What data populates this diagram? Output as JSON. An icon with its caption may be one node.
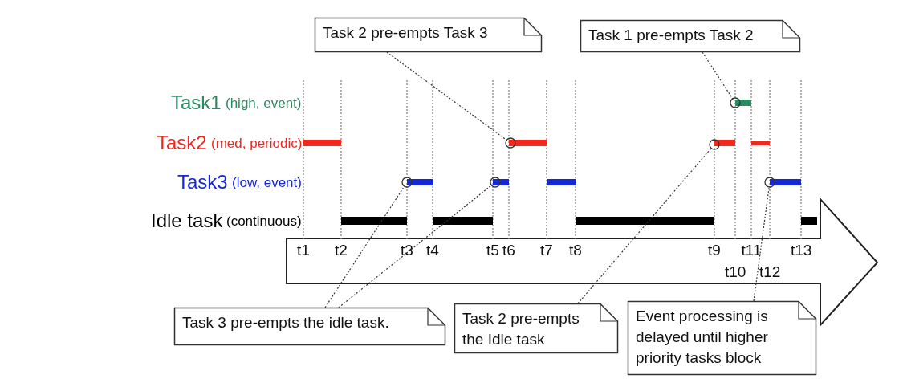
{
  "diagram": {
    "nodes": [
      {
        "text": [
          "Task 2 pre-empts Task 3"
        ]
      },
      {
        "text": [
          "Task 1 pre-empts Task 2"
        ]
      },
      {
        "text": [],
        "shape": "circle"
      },
      {
        "text": [],
        "shape": "circle"
      },
      {
        "text": [],
        "shape": "circle"
      },
      {
        "text": [],
        "shape": "circle"
      },
      {
        "text": [],
        "shape": "circle"
      },
      {
        "text": [],
        "shape": "circle"
      },
      {
        "text": [
          "Task 3 pre-empts the idle task."
        ]
      },
      {
        "text": [
          "Task 2 pre-empts the Idle task"
        ]
      },
      {
        "text": [
          "Event processing is delayed until higher priority tasks block"
        ]
      }
    ],
    "edges": [
      {
        "from": 0,
        "to": 3,
        "arrow": "none",
        "style": "dashed"
      },
      {
        "from": 1,
        "to": 2,
        "arrow": "none",
        "style": "dashed"
      },
      {
        "from": 8,
        "to": 5,
        "arrow": "none",
        "style": "dashed"
      },
      {
        "from": 8,
        "to": 6,
        "arrow": "none",
        "style": "dashed"
      },
      {
        "from": 9,
        "to": 4,
        "arrow": "none",
        "style": "dashed"
      },
      {
        "from": 10,
        "to": 7,
        "arrow": "none",
        "style": "dashed"
      }
    ],
    "labels": [
      "Task1",
      "(high, event)",
      "Task2",
      "(med, periodic)",
      "Task3",
      "(low, event)",
      "Idle task",
      "(continuous)",
      "t1",
      "t2",
      "t3",
      "t4",
      "t5",
      "t6",
      "t7",
      "t8",
      "t9",
      "t11",
      "t13",
      "t10",
      "t12"
    ]
  }
}
